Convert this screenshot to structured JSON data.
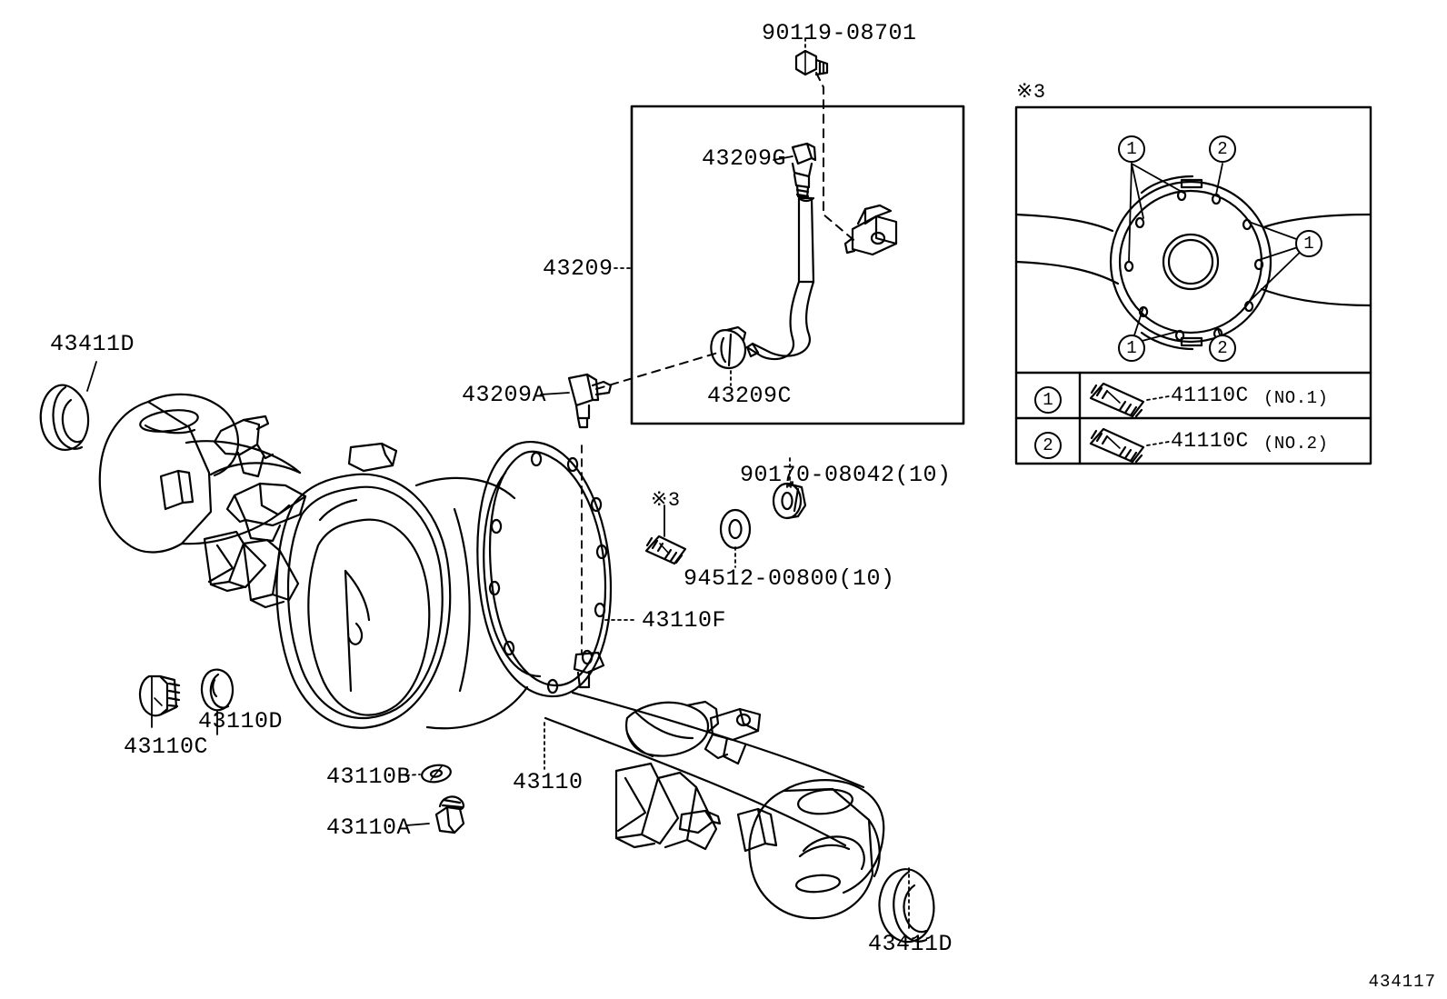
{
  "diagram": {
    "id": "434117",
    "reference_mark": "※3"
  },
  "callouts": {
    "top_bolt": "90119-08701",
    "breather_hose": "43209",
    "breather_hose_fitting": "43209G",
    "breather_clip": "43209C",
    "breather_plug": "43209A",
    "oil_seal_left": "43411D",
    "oil_seal_right": "43411D",
    "stud_ref": "※3",
    "washer": "94512-00800(10)",
    "nut": "90170-08042(10)",
    "housing_cover_gasket": "43110F",
    "housing": "43110",
    "plug_c": "43110C",
    "plug_d": "43110D",
    "plug_b": "43110B",
    "plug_a": "43110A"
  },
  "ref_box": {
    "title": "※3",
    "rows": [
      {
        "num": "1",
        "part": "41110C",
        "suffix": "(NO.1)"
      },
      {
        "num": "2",
        "part": "41110C",
        "suffix": "(NO.2)"
      }
    ],
    "diagram_markers": [
      "1",
      "2",
      "1",
      "1",
      "2"
    ]
  },
  "colors": {
    "line": "#000000",
    "background": "#ffffff"
  }
}
